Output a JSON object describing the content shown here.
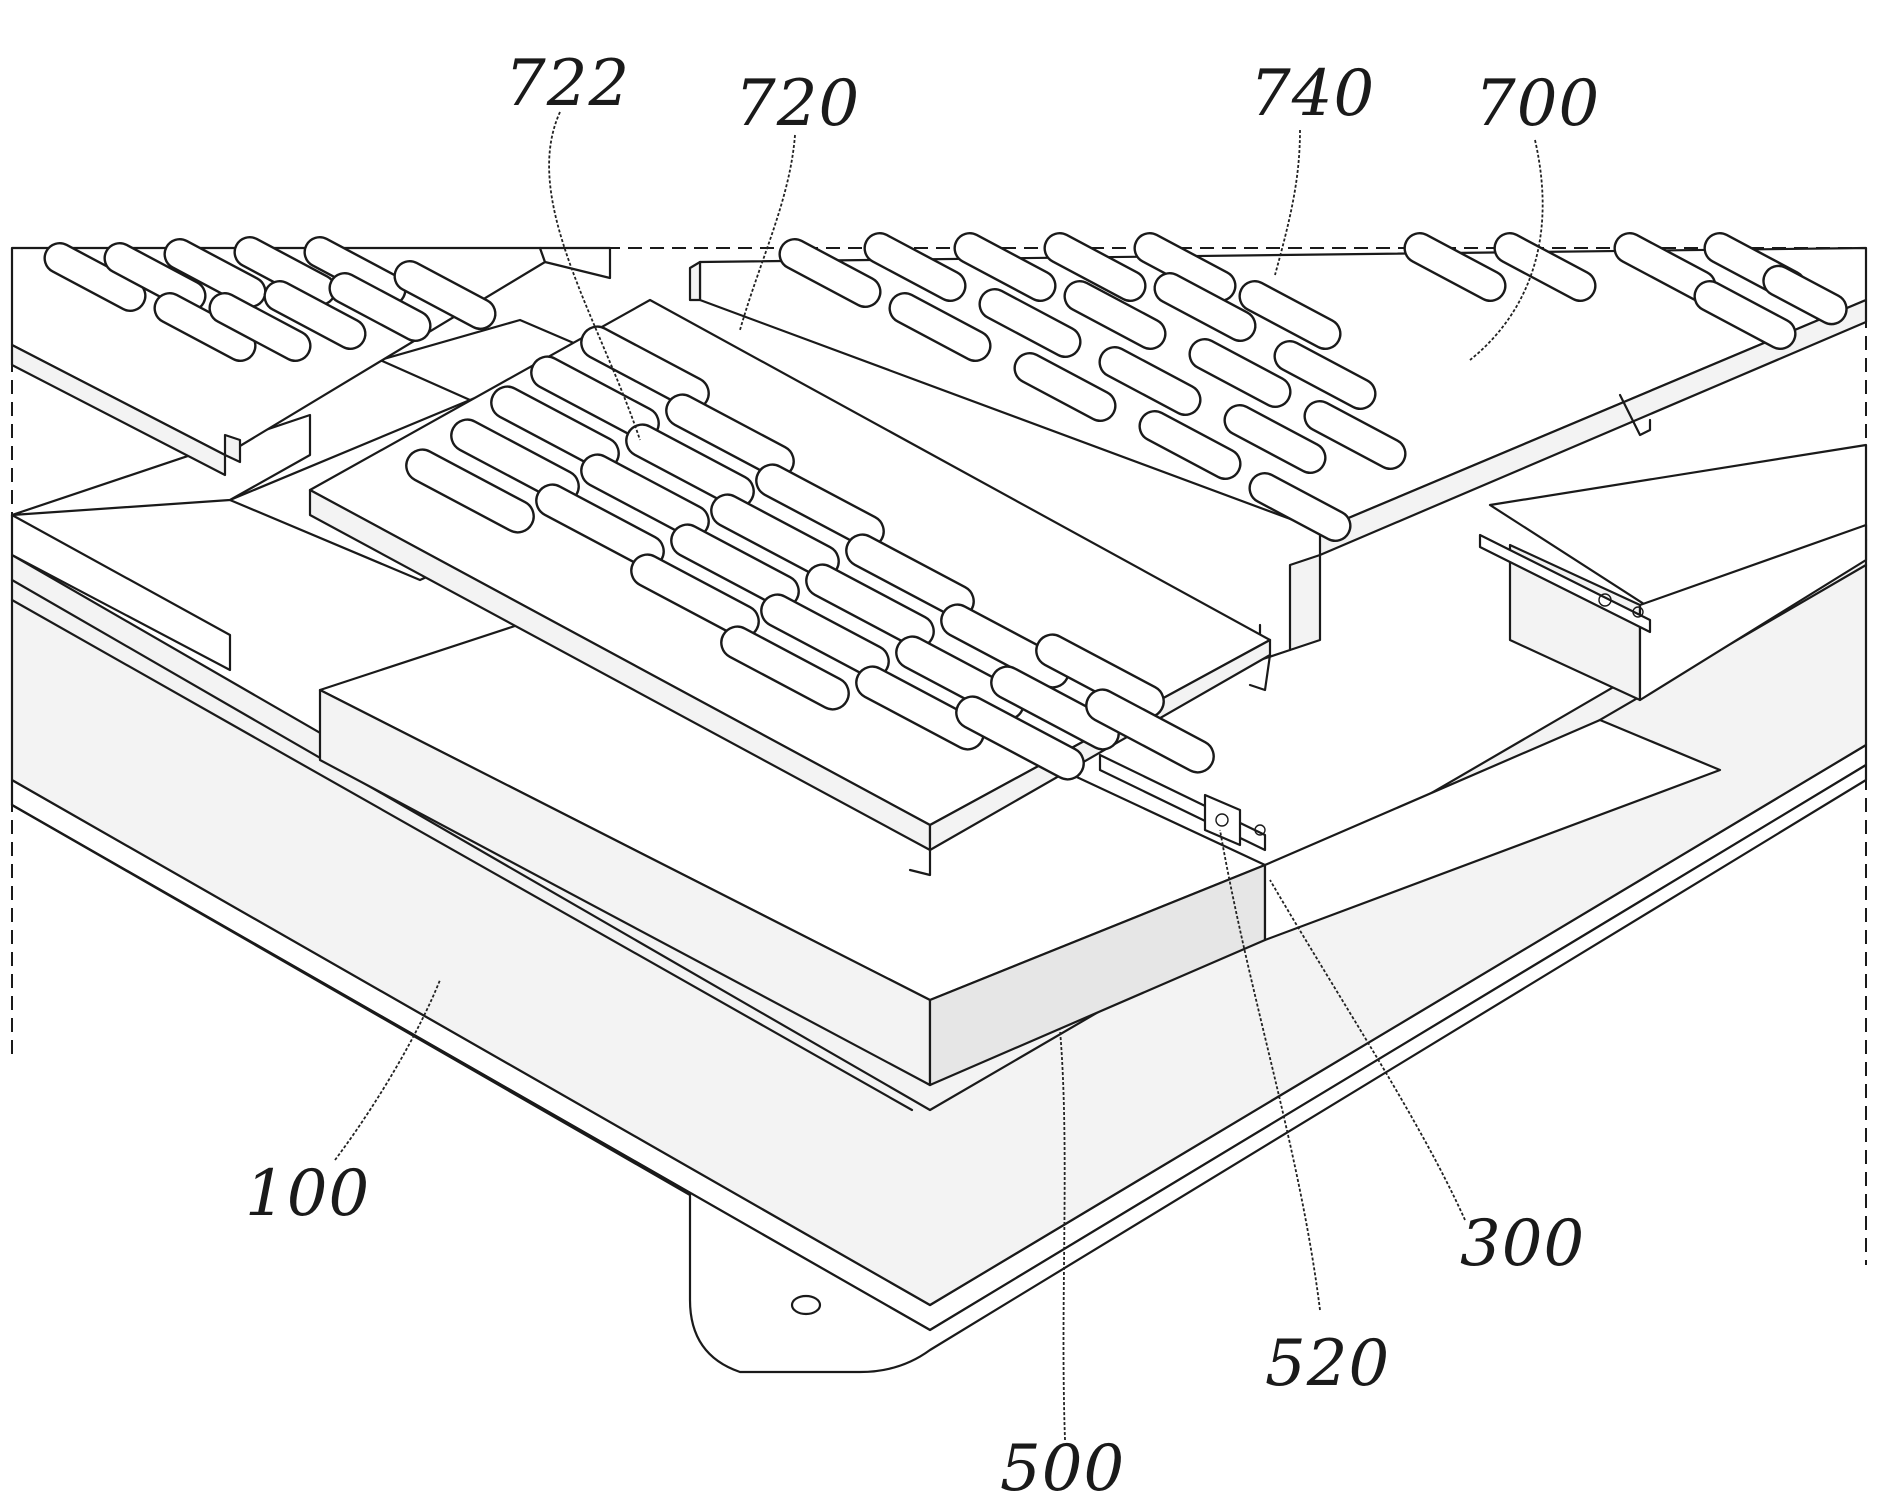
{
  "figure": {
    "labels": [
      {
        "id": "722",
        "text": "722"
      },
      {
        "id": "720",
        "text": "720"
      },
      {
        "id": "740",
        "text": "740"
      },
      {
        "id": "700",
        "text": "700"
      },
      {
        "id": "100",
        "text": "100"
      },
      {
        "id": "300",
        "text": "300"
      },
      {
        "id": "520",
        "text": "520"
      },
      {
        "id": "500",
        "text": "500"
      }
    ]
  }
}
